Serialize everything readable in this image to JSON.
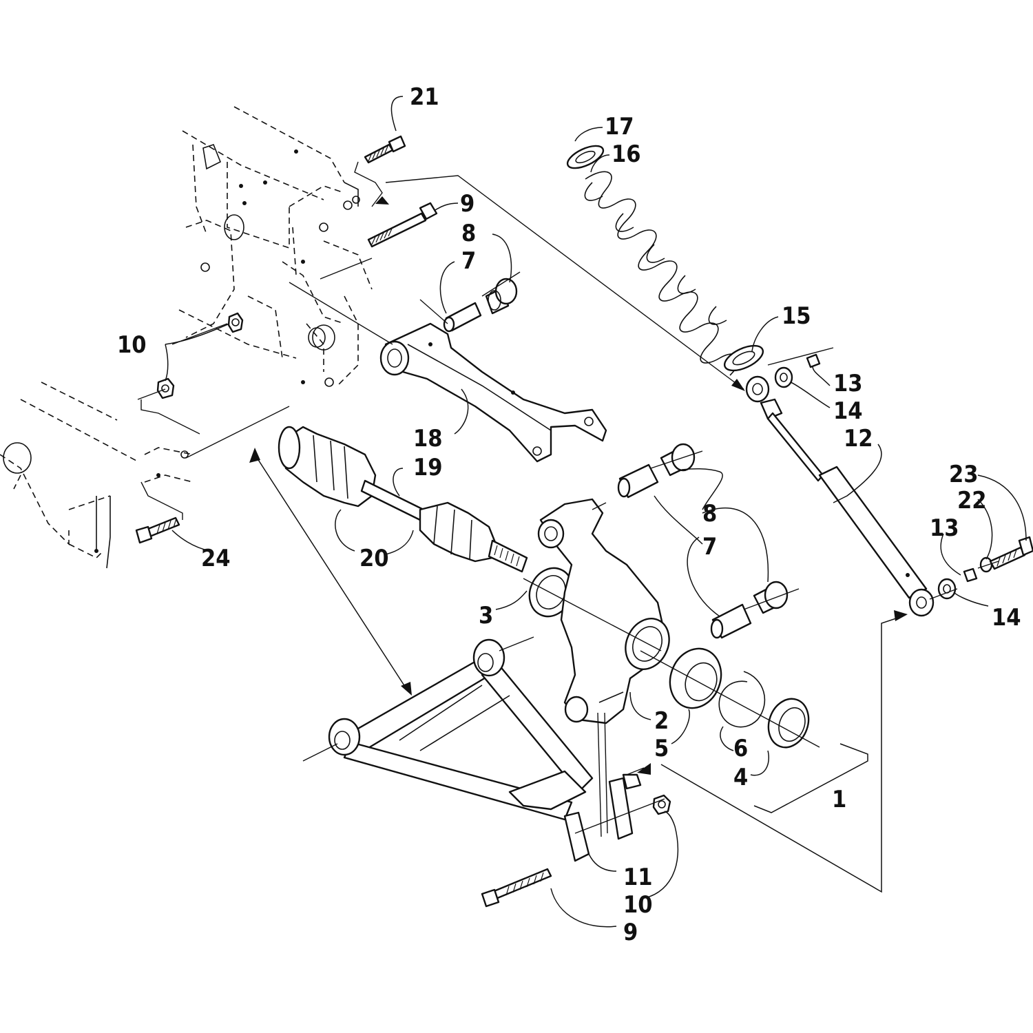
{
  "callouts": {
    "c1": "1",
    "c2": "2",
    "c3": "3",
    "c4": "4",
    "c5": "5",
    "c6": "6",
    "c7a": "7",
    "c7b": "7",
    "c8a": "8",
    "c8b": "8",
    "c9a": "9",
    "c9b": "9",
    "c10a": "10",
    "c10b": "10",
    "c11": "11",
    "c12": "12",
    "c13a": "13",
    "c13b": "13",
    "c14a": "14",
    "c14b": "14",
    "c15": "15",
    "c16": "16",
    "c17": "17",
    "c18": "18",
    "c19": "19",
    "c20": "20",
    "c21": "21",
    "c22": "22",
    "c23": "23",
    "c24": "24"
  },
  "colors": {
    "line": "#111111",
    "background": "#ffffff"
  }
}
